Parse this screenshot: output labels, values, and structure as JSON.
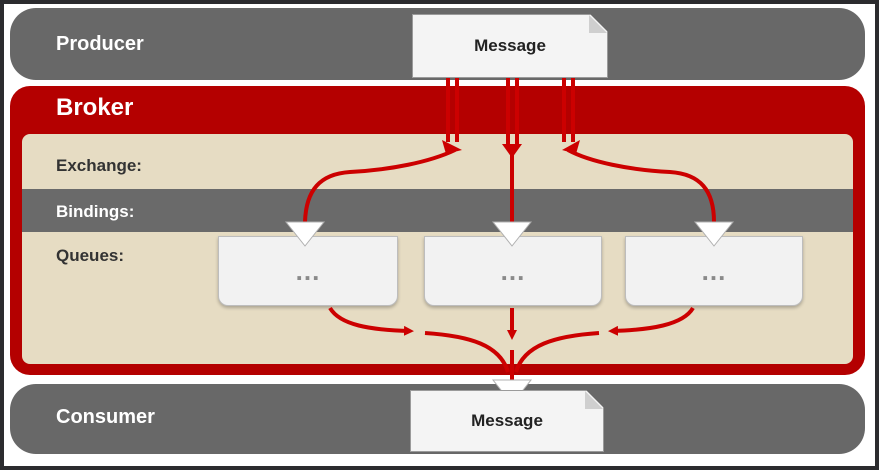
{
  "producer": {
    "label": "Producer",
    "message": "Message"
  },
  "broker": {
    "title": "Broker",
    "exchange_label": "Exchange:",
    "bindings_label": "Bindings:",
    "queues_label": "Queues:",
    "queues": [
      {
        "content": "..."
      },
      {
        "content": "..."
      },
      {
        "content": "..."
      }
    ]
  },
  "consumer": {
    "label": "Consumer",
    "message": "Message"
  },
  "colors": {
    "band_gray": "#686868",
    "broker_red": "#b40000",
    "inner_beige": "#e6dcc3",
    "arrow_red": "#cc0000"
  }
}
